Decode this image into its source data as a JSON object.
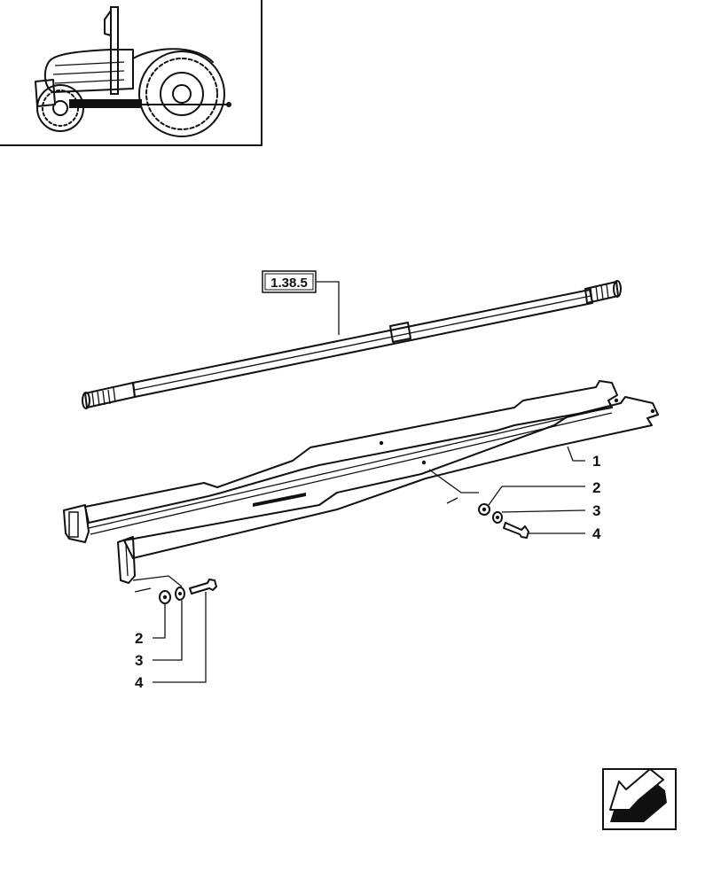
{
  "reference_label": "1.38.5",
  "callouts": {
    "part_1": "1",
    "right_2": "2",
    "right_3": "3",
    "right_4": "4",
    "left_2": "2",
    "left_3": "3",
    "left_4": "4"
  },
  "icons": {
    "tractor": "tractor-location-icon",
    "nav": "previous-page-arrow-icon"
  }
}
